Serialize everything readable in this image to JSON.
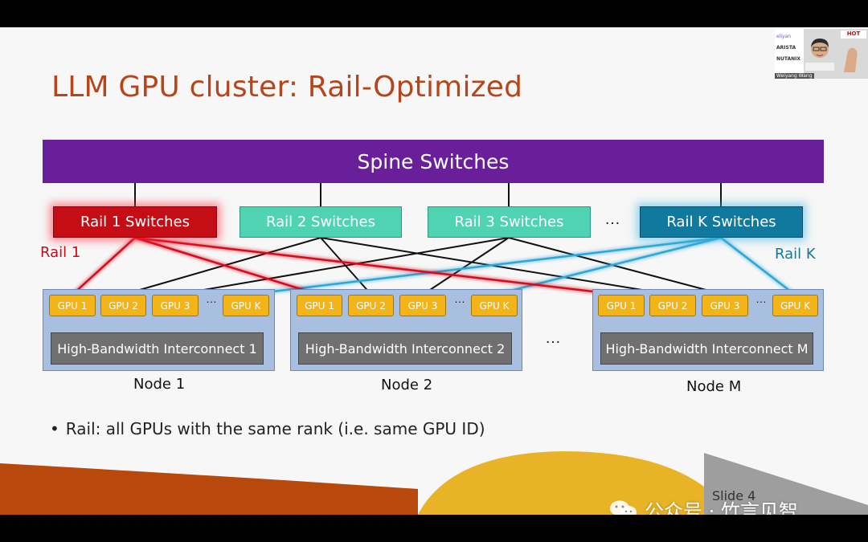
{
  "slide": {
    "title": "LLM GPU cluster: Rail-Optimized",
    "spine_label": "Spine Switches",
    "rails": [
      {
        "label": "Rail 1 Switches",
        "color": "#c40d14"
      },
      {
        "label": "Rail 2 Switches",
        "color": "#4fd3b3"
      },
      {
        "label": "Rail 3 Switches",
        "color": "#4fd3b3"
      },
      {
        "label": "Rail K Switches",
        "color": "#12799e"
      }
    ],
    "rail_ellipsis": "…",
    "rail1_side_label": "Rail 1",
    "railk_side_label": "Rail K",
    "nodes": [
      {
        "label": "Node 1",
        "interconnect": "High-Bandwidth Interconnect 1",
        "gpus": [
          "GPU 1",
          "GPU 2",
          "GPU 3",
          "GPU K"
        ]
      },
      {
        "label": "Node 2",
        "interconnect": "High-Bandwidth Interconnect 2",
        "gpus": [
          "GPU 1",
          "GPU 2",
          "GPU 3",
          "GPU K"
        ]
      },
      {
        "label": "Node M",
        "interconnect": "High-Bandwidth Interconnect M",
        "gpus": [
          "GPU 1",
          "GPU 2",
          "GPU 3",
          "GPU K"
        ]
      }
    ],
    "gpu_ellipsis": "…",
    "node_ellipsis": "…",
    "bullet": "Rail: all GPUs with the same rank (i.e. same GPU ID)",
    "slide_number": "Slide 4"
  },
  "overlay": {
    "watermark": "公众号 · 竹言见智",
    "webcam_brand": "HOT",
    "webcam_sponsors": [
      "eliyan",
      "ARISTA",
      "NUTANIX"
    ],
    "speaker_name": "Weiyang Wang"
  },
  "colors": {
    "title": "#b5451b",
    "spine": "#6a1f9a",
    "gpu": "#f2b418",
    "node": "#a9bfe0",
    "interconnect": "#707070"
  }
}
